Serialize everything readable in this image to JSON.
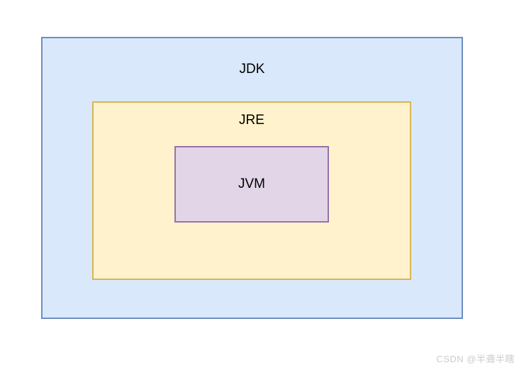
{
  "diagram": {
    "title": "JDK / JRE / JVM nesting diagram",
    "boxes": {
      "jdk": {
        "label": "JDK",
        "fill": "#dae8fc",
        "border": "#6c8ebf"
      },
      "jre": {
        "label": "JRE",
        "fill": "#fff2cc",
        "border": "#d6b656"
      },
      "jvm": {
        "label": "JVM",
        "fill": "#e1d5e7",
        "border": "#9673a6"
      }
    }
  },
  "watermark": {
    "text": "CSDN @半聋半瞎",
    "color": "#cccccc"
  }
}
